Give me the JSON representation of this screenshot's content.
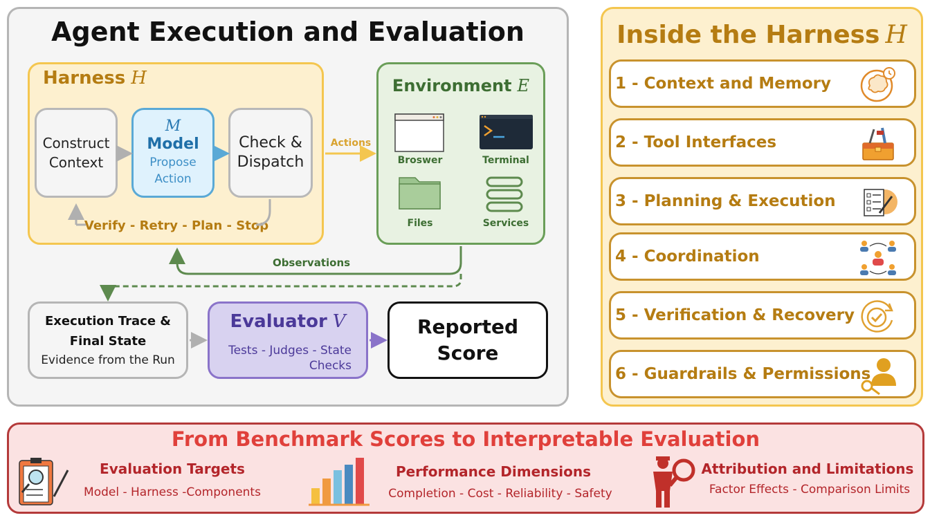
{
  "main": {
    "title": "Agent Execution and Evaluation",
    "harness": {
      "title": "Harness",
      "symbol": "H",
      "steps": {
        "construct": "Construct Context",
        "model_symbol": "M",
        "model_title": "Model",
        "model_sub": "Propose Action",
        "check": "Check & Dispatch"
      },
      "loop_label": "Verify - Retry - Plan - Stop"
    },
    "actions_label": "Actions",
    "environment": {
      "title": "Environment",
      "symbol": "E",
      "items": [
        "Broswer",
        "Terminal",
        "Files",
        "Services"
      ]
    },
    "observations_label": "Observations",
    "trace": {
      "title": "Execution Trace & Final State",
      "sub": "Evidence from the Run"
    },
    "evaluator": {
      "title": "Evaluator",
      "symbol": "V",
      "sub": "Tests - Judges - State Checks"
    },
    "score": {
      "label": "Reported Score"
    }
  },
  "harness_panel": {
    "title": "Inside the Harness",
    "symbol": "H",
    "items": [
      {
        "label": "1 - Context and Memory",
        "icon": "brain-clock-icon"
      },
      {
        "label": "2 - Tool Interfaces",
        "icon": "toolbox-icon"
      },
      {
        "label": "3 - Planning & Execution",
        "icon": "checklist-pencil-icon"
      },
      {
        "label": "4 - Coordination",
        "icon": "people-network-icon"
      },
      {
        "label": "5 - Verification & Recovery",
        "icon": "check-cycle-icon"
      },
      {
        "label": "6 -  Guardrails & Permissions",
        "icon": "user-key-icon"
      }
    ]
  },
  "bottom": {
    "title": "From Benchmark Scores to Interpretable Evaluation",
    "columns": [
      {
        "heading": "Evaluation Targets",
        "sub": "Model - Harness -Components",
        "icon": "clipboard-magnifier-icon"
      },
      {
        "heading": "Performance Dimensions",
        "sub": "Completion - Cost - Reliability - Safety",
        "icon": "bar-chart-icon"
      },
      {
        "heading": "Attribution and Limitations",
        "sub": "Factor Effects - Comparison Limits",
        "icon": "detective-magnifier-icon"
      }
    ]
  },
  "colors": {
    "harness": "#f4c64f",
    "environment": "#6a9e58",
    "model": "#5aa9d6",
    "evaluator": "#8a73c9",
    "bottom": "#b43a3a"
  }
}
